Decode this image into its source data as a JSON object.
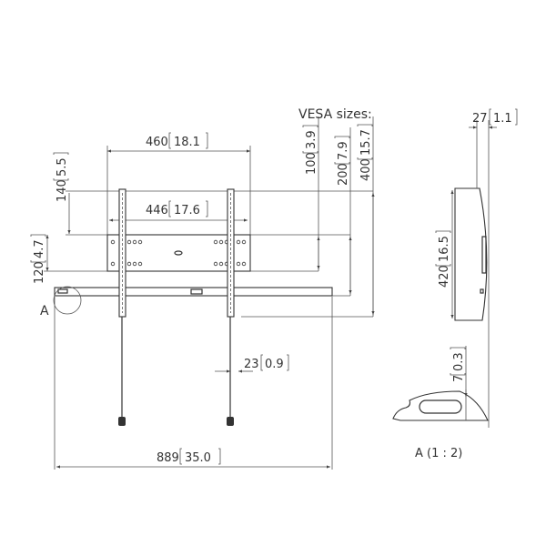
{
  "title": "VESA sizes:",
  "dimensions": {
    "width_outer": {
      "mm": "460",
      "in": "18.1"
    },
    "width_inner": {
      "mm": "446",
      "in": "17.6"
    },
    "top_offset": {
      "mm": "140",
      "in": "5.5"
    },
    "plate_height": {
      "mm": "120",
      "in": "4.7"
    },
    "vesa_100": {
      "mm": "100",
      "in": "3.9"
    },
    "vesa_200": {
      "mm": "200",
      "in": "7.9"
    },
    "vesa_400": {
      "mm": "400",
      "in": "15.7"
    },
    "bracket_width": {
      "mm": "23",
      "in": "0.9"
    },
    "total_width": {
      "mm": "889",
      "in": "35.0"
    },
    "depth": {
      "mm": "27",
      "in": "1.1"
    },
    "side_height": {
      "mm": "420",
      "in": "16.5"
    },
    "detail_offset": {
      "mm": "7",
      "in": "0.3"
    }
  },
  "detail_marker": "A",
  "detail_label": "A (1 : 2)"
}
